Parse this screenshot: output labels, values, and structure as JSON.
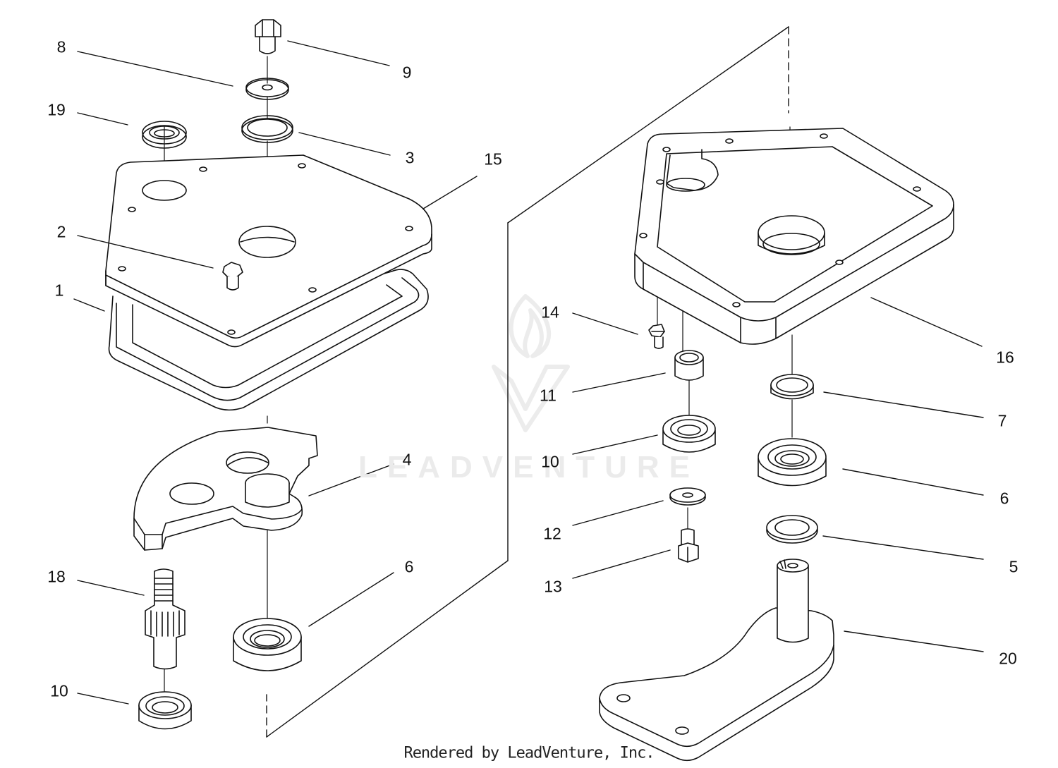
{
  "diagram": {
    "callouts": [
      {
        "id": "c8",
        "label": "8"
      },
      {
        "id": "c9",
        "label": "9"
      },
      {
        "id": "c19",
        "label": "19"
      },
      {
        "id": "c3",
        "label": "3"
      },
      {
        "id": "c15",
        "label": "15"
      },
      {
        "id": "c2",
        "label": "2"
      },
      {
        "id": "c1",
        "label": "1"
      },
      {
        "id": "c4",
        "label": "4"
      },
      {
        "id": "c18",
        "label": "18"
      },
      {
        "id": "c6a",
        "label": "6"
      },
      {
        "id": "c10a",
        "label": "10"
      },
      {
        "id": "c14",
        "label": "14"
      },
      {
        "id": "c16",
        "label": "16"
      },
      {
        "id": "c11",
        "label": "11"
      },
      {
        "id": "c7",
        "label": "7"
      },
      {
        "id": "c10b",
        "label": "10"
      },
      {
        "id": "c6b",
        "label": "6"
      },
      {
        "id": "c12",
        "label": "12"
      },
      {
        "id": "c5",
        "label": "5"
      },
      {
        "id": "c13",
        "label": "13"
      },
      {
        "id": "c20",
        "label": "20"
      }
    ]
  },
  "watermark": {
    "text": "LEADVENTURE",
    "icon": "leadventure-logo-icon"
  },
  "footer": {
    "credit": "Rendered by LeadVenture, Inc."
  }
}
